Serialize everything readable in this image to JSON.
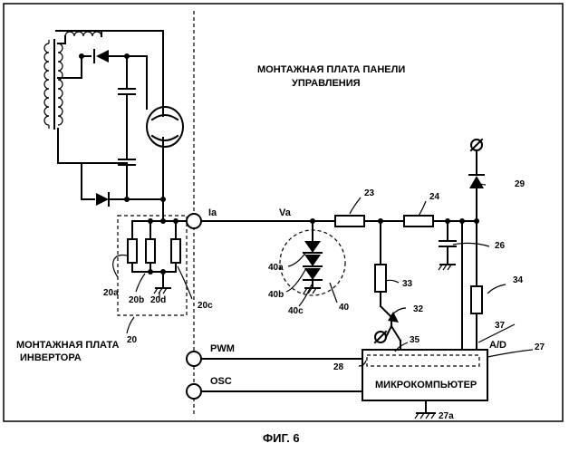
{
  "figure_caption": "ФИГ. 6",
  "regions": {
    "panel_board": [
      "МОНТАЖНАЯ ПЛАТА ПАНЕЛИ",
      "УПРАВЛЕНИЯ"
    ],
    "inverter_board": [
      "МОНТАЖНАЯ ПЛАТА",
      "ИНВЕРТОРА"
    ]
  },
  "signals": {
    "ia": "Ia",
    "va": "Va",
    "pwm": "PWM",
    "osc": "OSC",
    "ad": "A/D"
  },
  "microcomputer_label": "МИКРОКОМПЬЮТЕР",
  "refs": {
    "r20": "20",
    "r20a": "20a",
    "r20b": "20b",
    "r20c": "20c",
    "r20d": "20d",
    "r23": "23",
    "r24": "24",
    "r26": "26",
    "r27": "27",
    "r27a": "27a",
    "r28": "28",
    "r29": "29",
    "r32": "32",
    "r33": "33",
    "r34": "34",
    "r35": "35",
    "r37": "37",
    "r40": "40",
    "r40a": "40a",
    "r40b": "40b",
    "r40c": "40c"
  }
}
